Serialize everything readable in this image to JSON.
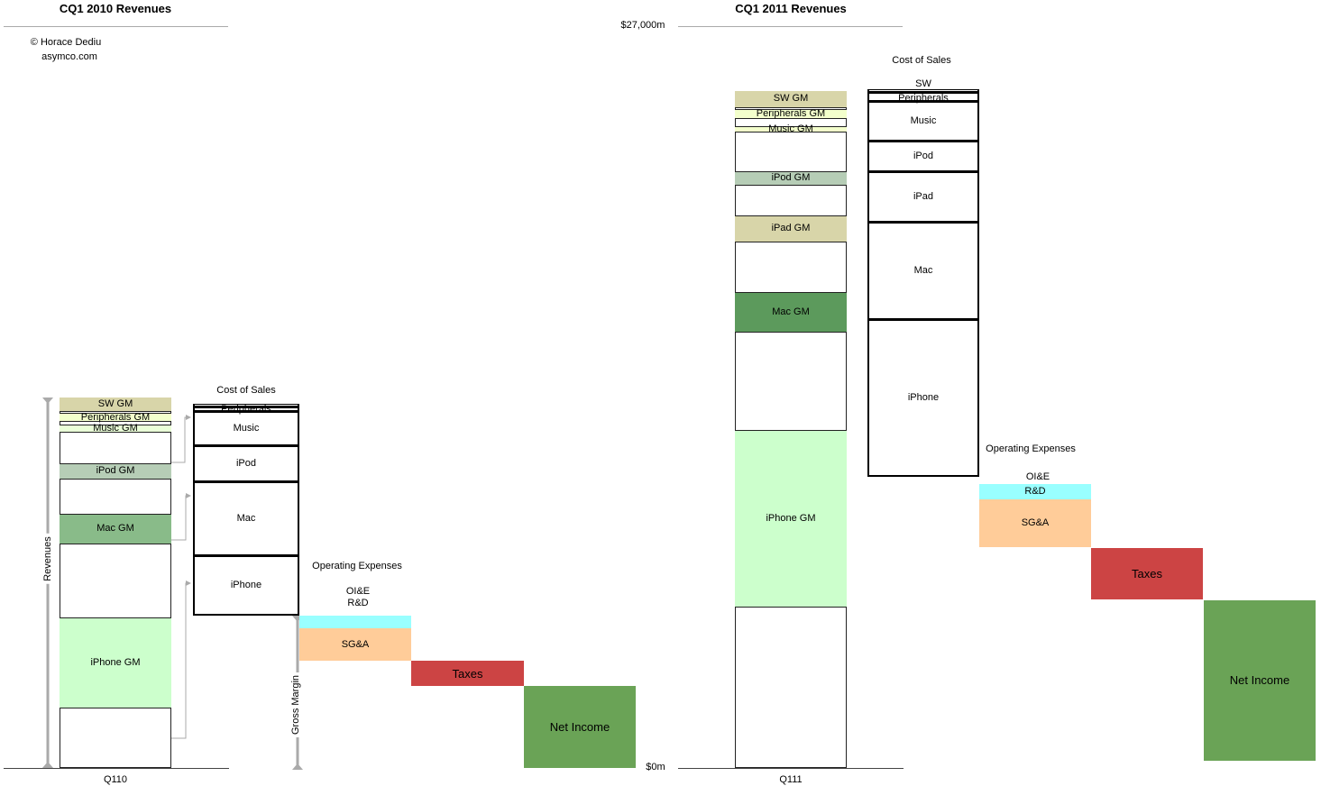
{
  "chart_data": {
    "type": "bar",
    "subtype": "waterfall",
    "unit": "$m",
    "ylim": [
      0,
      27000
    ],
    "y_tick_labels": {
      "top": "$27,000m",
      "bottom": "$0m"
    },
    "charts": [
      {
        "title": "CQ1 2010 Revenues",
        "category": "Q110"
      },
      {
        "title": "CQ1 2011 Revenues",
        "category": "Q111"
      }
    ],
    "credit": {
      "author": "© Horace Dediu",
      "site": "asymco.com"
    },
    "axis_labels": {
      "revenues": "Revenues",
      "gross_margin": "Gross Margin"
    },
    "annotations": {
      "cost_of_sales_2010": "Cost of Sales",
      "opex_2010": "Operating Expenses",
      "oie_2010": "OI&E",
      "rd_2010": "R&D",
      "cost_of_sales_2011": "Cost of Sales",
      "opex_2011": "Operating Expenses",
      "oie_2011": "OI&E"
    },
    "colors": {
      "sw_gm": "#d8d5a9",
      "periph_gm": "#f3ffcc",
      "music_gm": "#eaffd8",
      "ipod_gm": "#b6cdb6",
      "mac_gm_2010": "#89bb89",
      "mac_gm_2011": "#5c9a5c",
      "ipad_gm": "#d8d5a9",
      "iphone_gm": "#ccffcc",
      "rd": "#99ffff",
      "sga": "#ffcc99",
      "taxes": "#cc4444",
      "net": "#6aa356"
    },
    "columns": [
      {
        "id": "q110-revenues",
        "segments": [
          {
            "label": "",
            "from": 0,
            "to": 2200,
            "kind": "white"
          },
          {
            "label": "iPhone GM",
            "from": 2200,
            "to": 5450,
            "color": "#ccffcc"
          },
          {
            "label": "",
            "from": 5450,
            "to": 8170,
            "kind": "white"
          },
          {
            "label": "Mac GM",
            "from": 8170,
            "to": 9220,
            "color": "#89bb89"
          },
          {
            "label": "",
            "from": 9220,
            "to": 10530,
            "kind": "white"
          },
          {
            "label": "iPod GM",
            "from": 10530,
            "to": 11060,
            "color": "#b6cdb6"
          },
          {
            "label": "",
            "from": 11060,
            "to": 12240,
            "kind": "white"
          },
          {
            "label": "Music GM",
            "from": 12240,
            "to": 12470,
            "color": "#eaffd8"
          },
          {
            "label": "",
            "from": 12470,
            "to": 12630,
            "kind": "white"
          },
          {
            "label": "Peripherals GM",
            "from": 12630,
            "to": 12890,
            "color": "#f3ffcc"
          },
          {
            "label": "",
            "from": 12890,
            "to": 12990,
            "kind": "white"
          },
          {
            "label": "SW GM",
            "from": 12990,
            "to": 13490,
            "color": "#d8d5a9"
          }
        ]
      },
      {
        "id": "q110-cost-of-sales",
        "segments": [
          {
            "label": "iPhone",
            "from": 5545,
            "to": 7710,
            "kind": "cost"
          },
          {
            "label": "Mac",
            "from": 7710,
            "to": 10400,
            "kind": "cost"
          },
          {
            "label": "iPod",
            "from": 10400,
            "to": 11710,
            "kind": "cost"
          },
          {
            "label": "Music",
            "from": 11710,
            "to": 12960,
            "kind": "cost"
          },
          {
            "label": "Peripherals",
            "from": 12960,
            "to": 13120,
            "kind": "cost"
          },
          {
            "label": "",
            "from": 13120,
            "to": 13255,
            "kind": "cost"
          }
        ]
      },
      {
        "id": "q110-opex",
        "segments": [
          {
            "label": "SG&A",
            "from": 3900,
            "to": 5085,
            "color": "#ffcc99"
          },
          {
            "label": "",
            "from": 5085,
            "to": 5545,
            "color": "#99ffff"
          }
        ]
      },
      {
        "id": "q110-taxes",
        "segments": [
          {
            "label": "Taxes",
            "from": 2986,
            "to": 3900,
            "color": "#cc4444",
            "big": true
          }
        ]
      },
      {
        "id": "q110-net-income",
        "segments": [
          {
            "label": "Net Income",
            "from": 0,
            "to": 2986,
            "color": "#6aa356",
            "big": true
          }
        ]
      },
      {
        "id": "q111-revenues",
        "segments": [
          {
            "label": "",
            "from": 0,
            "to": 5870,
            "kind": "white"
          },
          {
            "label": "iPhone GM",
            "from": 5870,
            "to": 12270,
            "color": "#ccffcc"
          },
          {
            "label": "",
            "from": 12270,
            "to": 15880,
            "kind": "white"
          },
          {
            "label": "Mac GM",
            "from": 15880,
            "to": 17290,
            "color": "#5c9a5c"
          },
          {
            "label": "",
            "from": 17290,
            "to": 19160,
            "kind": "white"
          },
          {
            "label": "iPad GM",
            "from": 19160,
            "to": 20080,
            "color": "#d8d5a9"
          },
          {
            "label": "",
            "from": 20080,
            "to": 21230,
            "kind": "white"
          },
          {
            "label": "iPod GM",
            "from": 21230,
            "to": 21690,
            "color": "#b6cdb6"
          },
          {
            "label": "",
            "from": 21690,
            "to": 23160,
            "kind": "white"
          },
          {
            "label": "Music GM",
            "from": 23160,
            "to": 23330,
            "color": "#f3ffcc"
          },
          {
            "label": "",
            "from": 23330,
            "to": 23660,
            "kind": "white"
          },
          {
            "label": "Peripherals GM",
            "from": 23660,
            "to": 23950,
            "color": "#f3ffcc"
          },
          {
            "label": "",
            "from": 23950,
            "to": 24050,
            "kind": "white"
          },
          {
            "label": "SW GM",
            "from": 24050,
            "to": 24640,
            "color": "#d8d5a9"
          }
        ]
      },
      {
        "id": "q111-cost-of-sales",
        "segments": [
          {
            "label": "iPhone",
            "from": 10600,
            "to": 16300,
            "kind": "cost"
          },
          {
            "label": "Mac",
            "from": 16300,
            "to": 19850,
            "kind": "cost"
          },
          {
            "label": "iPad",
            "from": 19850,
            "to": 21690,
            "kind": "cost"
          },
          {
            "label": "iPod",
            "from": 21690,
            "to": 22800,
            "kind": "cost"
          },
          {
            "label": "Music",
            "from": 22800,
            "to": 24250,
            "kind": "cost"
          },
          {
            "label": "Peripherals",
            "from": 24250,
            "to": 24575,
            "kind": "cost"
          },
          {
            "label": "SW",
            "from": 24575,
            "to": 24706,
            "kind": "cost"
          }
        ]
      },
      {
        "id": "q111-opex",
        "segments": [
          {
            "label": "SG&A",
            "from": 8040,
            "to": 9780,
            "color": "#ffcc99"
          },
          {
            "label": "R&D",
            "from": 9780,
            "to": 10335,
            "color": "#99ffff"
          }
        ]
      },
      {
        "id": "q111-taxes",
        "segments": [
          {
            "label": "Taxes",
            "from": 6135,
            "to": 8006,
            "color": "#cc4444",
            "big": true
          }
        ]
      },
      {
        "id": "q111-net-income",
        "segments": [
          {
            "label": "Net Income",
            "from": 262,
            "to": 6103,
            "color": "#6aa356",
            "big": true
          }
        ]
      }
    ]
  }
}
